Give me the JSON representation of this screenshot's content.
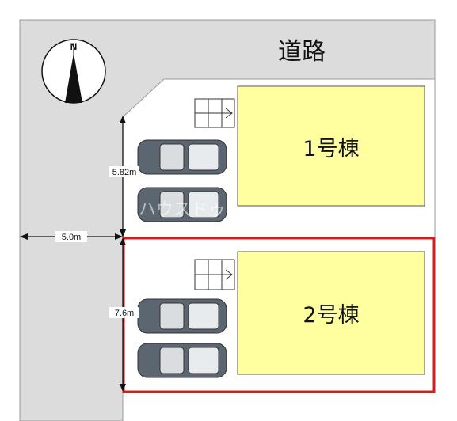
{
  "site_plan": {
    "road_label": "道路",
    "north_label": "N",
    "buildings": [
      {
        "label": "1号棟"
      },
      {
        "label": "2号棟"
      }
    ],
    "dimensions": {
      "lot1_depth": "5.82m",
      "road_width": "5.0m",
      "lot2_depth": "7.6m"
    },
    "watermark": "ハウスドゥ",
    "colors": {
      "road": "#dcdcdc",
      "building": "#ffffa0",
      "highlight": "#d21e1e",
      "car": "#5c6670"
    },
    "lot2_highlighted": true
  }
}
